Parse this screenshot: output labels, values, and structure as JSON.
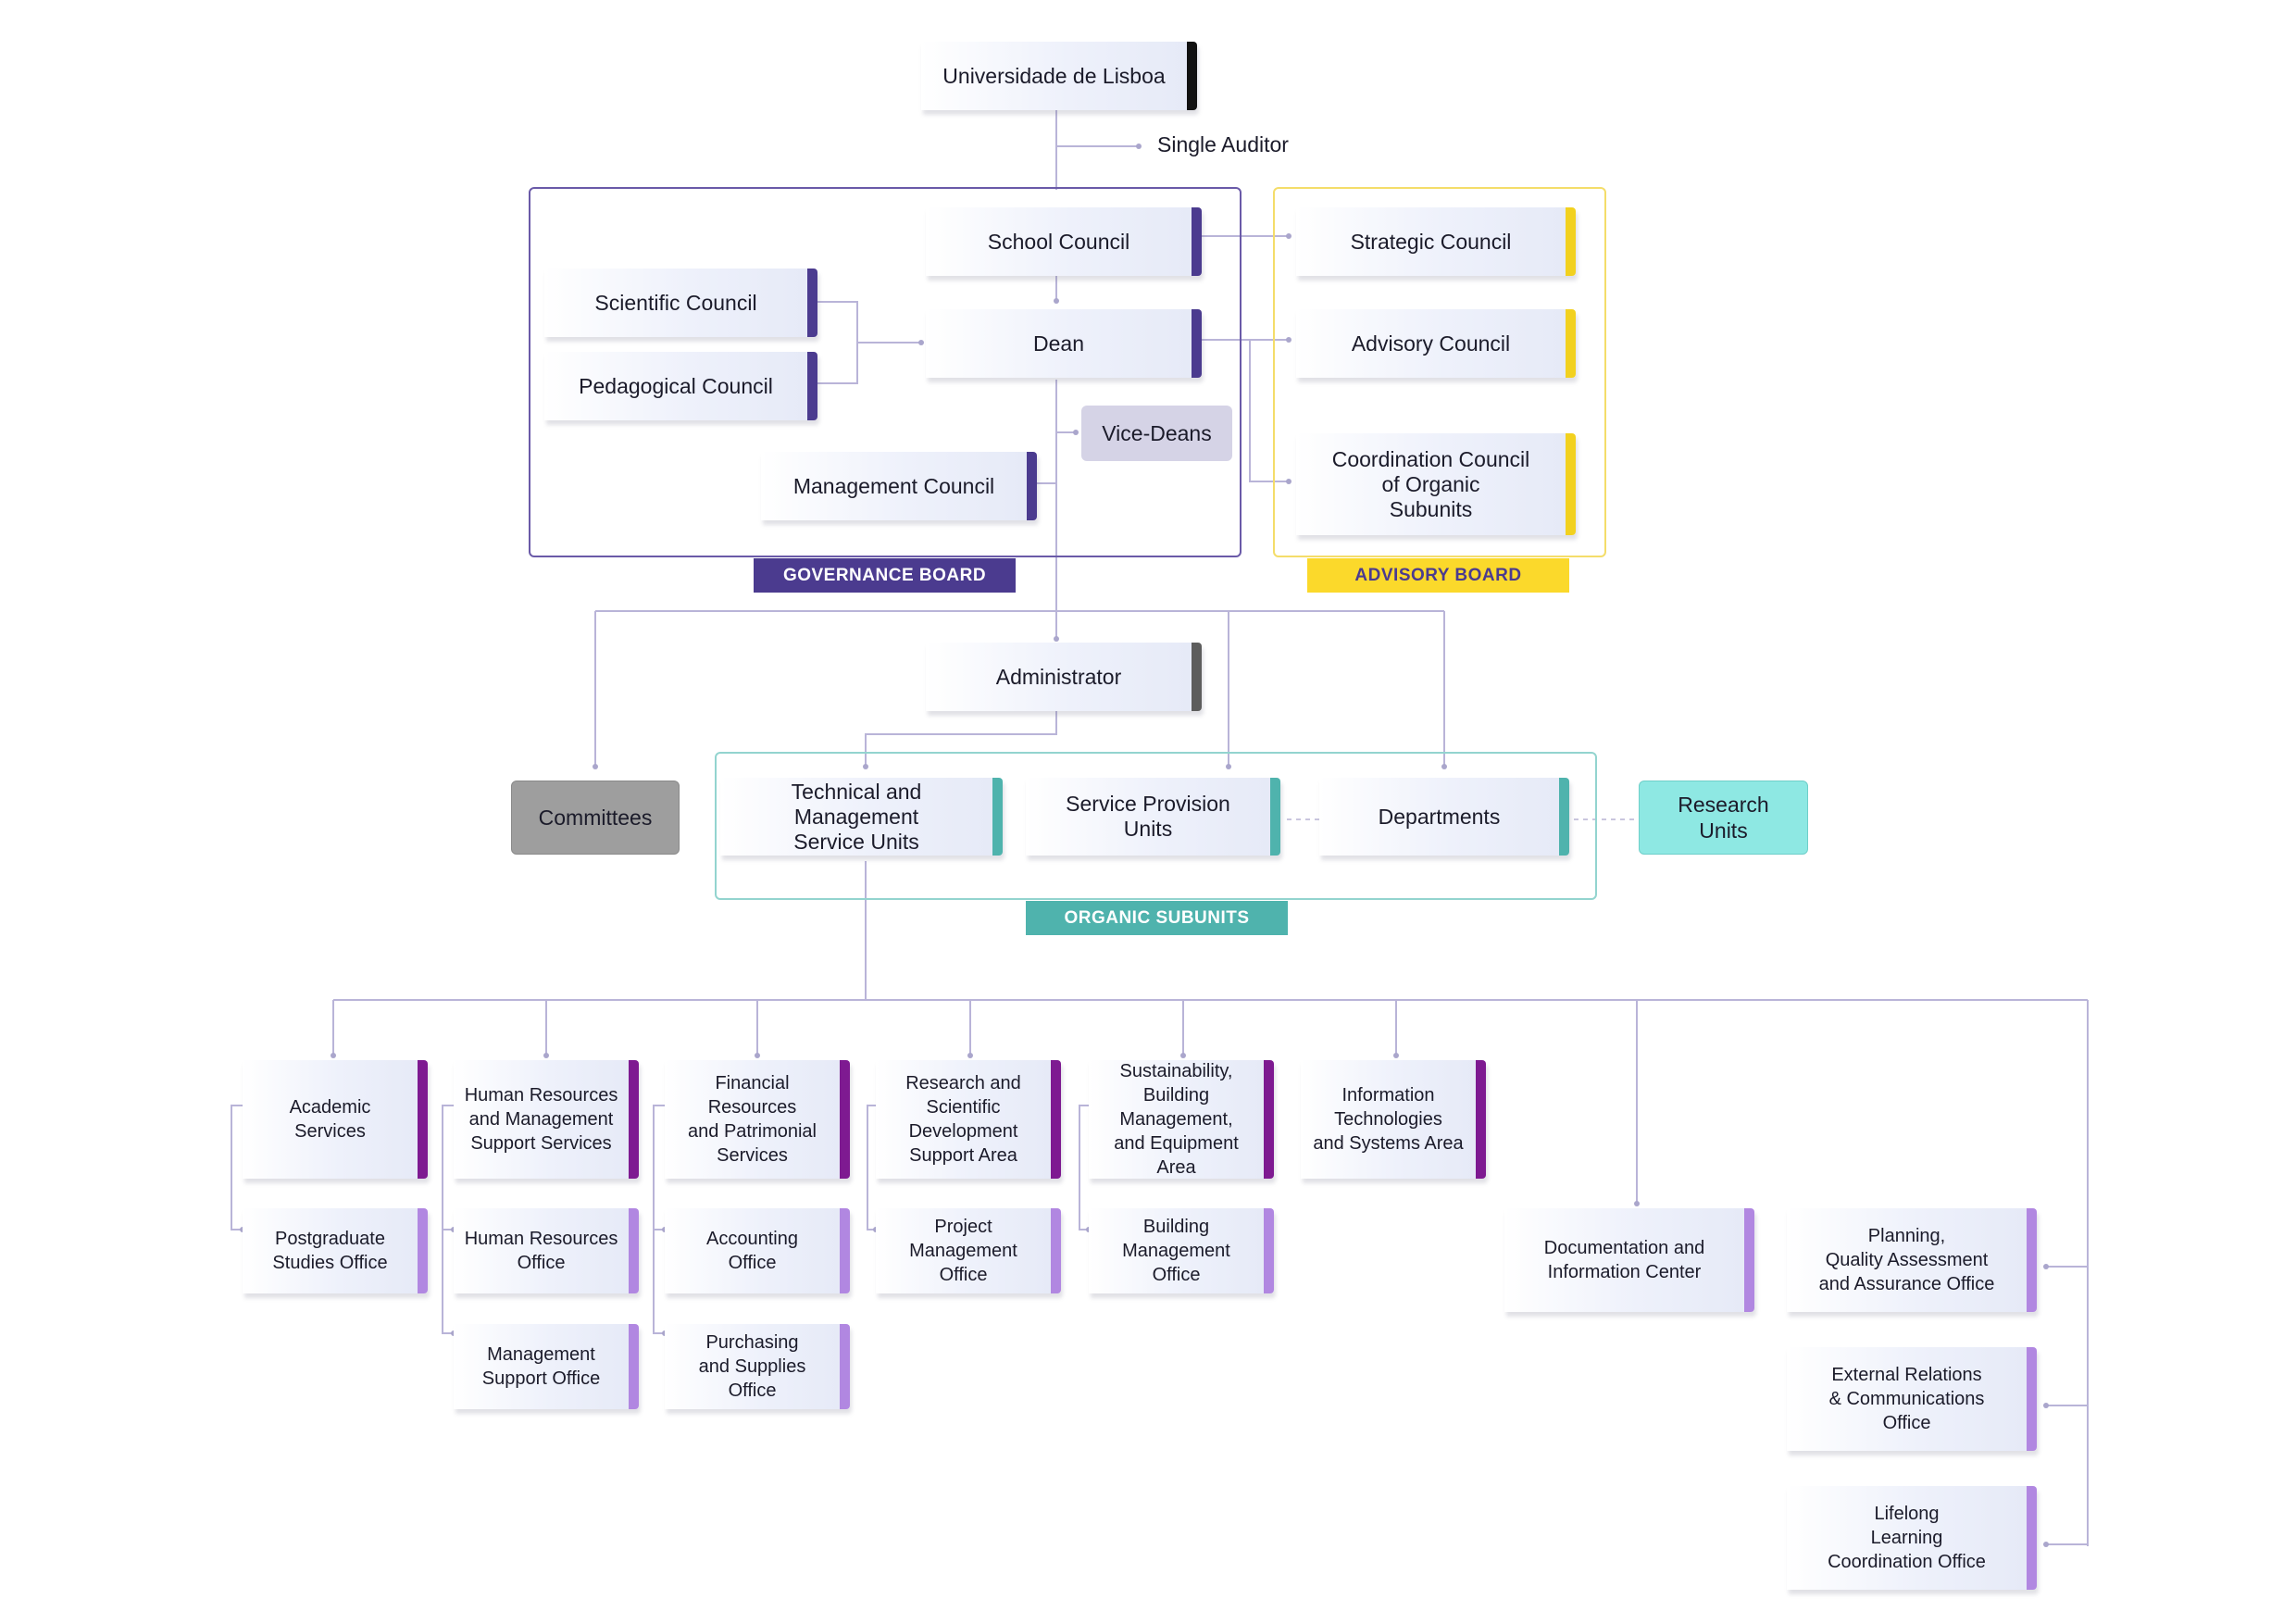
{
  "colors": {
    "governance": "#4b3b8f",
    "advisory": "#fbd92b",
    "organic": "#4fb3ad",
    "committees": "#9e9e9e",
    "vice_deans": "#d5d3e6",
    "research_units": "#8ee8e3",
    "connector": "#b9b4d8"
  },
  "top": {
    "university": "Universidade de Lisboa",
    "single_auditor": "Single Auditor"
  },
  "governance": {
    "label": "GOVERNANCE BOARD",
    "school_council": "School Council",
    "scientific_council": "Scientific Council",
    "pedagogical_council": "Pedagogical Council",
    "dean": "Dean",
    "vice_deans": "Vice-Deans",
    "management_council": "Management Council"
  },
  "advisory": {
    "label": "ADVISORY BOARD",
    "strategic_council": "Strategic Council",
    "advisory_council": "Advisory Council",
    "coordination_council": "Coordination Council\nof Organic\nSubunits"
  },
  "middle": {
    "administrator": "Administrator",
    "committees": "Committees",
    "research_units": "Research\nUnits"
  },
  "organic": {
    "label": "ORGANIC SUBUNITS",
    "technical": "Technical and Management\nService Units",
    "service_provision": "Service Provision\nUnits",
    "departments": "Departments"
  },
  "services": {
    "academic": "Academic\nServices",
    "postgraduate": "Postgraduate\nStudies Office",
    "hr_support": "Human Resources\nand Management\nSupport Services",
    "hr_office": "Human Resources\nOffice",
    "mgmt_support": "Management\nSupport Office",
    "financial": "Financial Resources\nand Patrimonial\nServices",
    "accounting": "Accounting\nOffice",
    "purchasing": "Purchasing\nand Supplies\nOffice",
    "research_dev": "Research and\nScientific\nDevelopment\nSupport Area",
    "project_mgmt": "Project\nManagement Office",
    "sustainability": "Sustainability,\nBuilding\nManagement,\nand Equipment Area",
    "building_mgmt": "Building\nManagement Office",
    "it": "Information\nTechnologies\nand Systems Area",
    "documentation": "Documentation and\nInformation Center",
    "planning": "Planning,\nQuality Assessment\nand Assurance Office",
    "external": "External Relations\n& Communications\nOffice",
    "lifelong": "Lifelong\nLearning\nCoordination Office"
  }
}
